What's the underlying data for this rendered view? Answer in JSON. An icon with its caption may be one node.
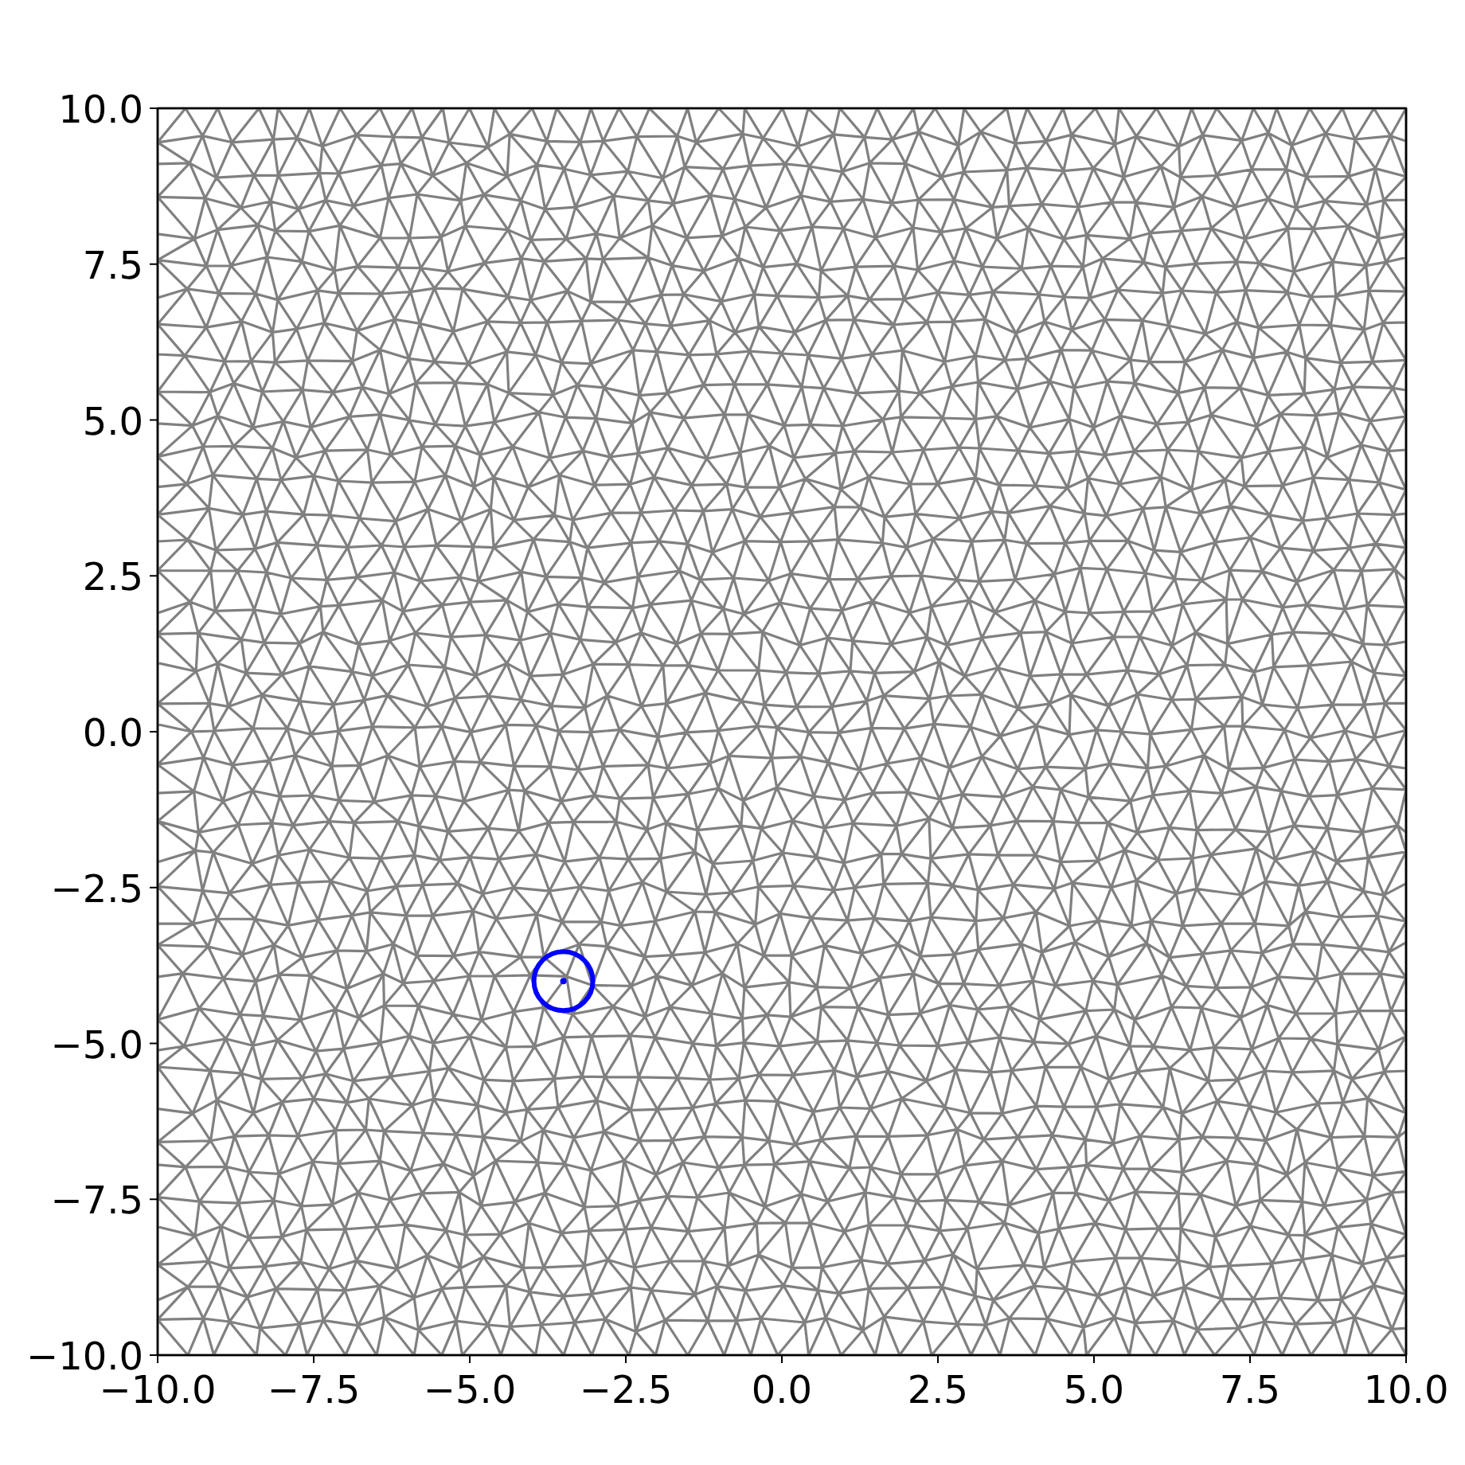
{
  "diagram": {
    "chart_data": {
      "type": "scatter",
      "xlim": [
        -10,
        10
      ],
      "ylim": [
        -10,
        10
      ],
      "xticks": [
        {
          "value": -10,
          "label": "−10.0"
        },
        {
          "value": -7.5,
          "label": "−7.5"
        },
        {
          "value": -5,
          "label": "−5.0"
        },
        {
          "value": -2.5,
          "label": "−2.5"
        },
        {
          "value": 0,
          "label": "0.0"
        },
        {
          "value": 2.5,
          "label": "2.5"
        },
        {
          "value": 5,
          "label": "5.0"
        },
        {
          "value": 7.5,
          "label": "7.5"
        },
        {
          "value": 10,
          "label": "10.0"
        }
      ],
      "yticks": [
        {
          "value": -10,
          "label": "−10.0"
        },
        {
          "value": -7.5,
          "label": "−7.5"
        },
        {
          "value": -5,
          "label": "−5.0"
        },
        {
          "value": -2.5,
          "label": "−2.5"
        },
        {
          "value": 0,
          "label": "0.0"
        },
        {
          "value": 2.5,
          "label": "2.5"
        },
        {
          "value": 5,
          "label": "5.0"
        },
        {
          "value": 7.5,
          "label": "7.5"
        },
        {
          "value": 10,
          "label": "10.0"
        }
      ],
      "x": [
        -3.5
      ],
      "series": [
        {
          "color": "#0000ff",
          "values": [
            -4
          ]
        }
      ]
    }
  }
}
